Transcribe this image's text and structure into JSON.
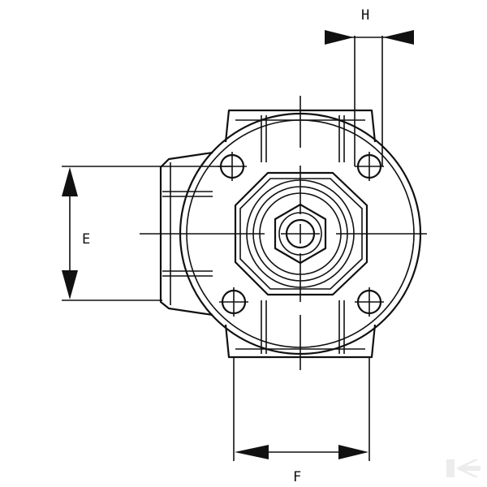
{
  "diagram": {
    "dimension_labels": {
      "height_side": "E",
      "width_bottom": "F",
      "offset_top": "H"
    },
    "logo_icon": "k-brand-logo",
    "colors": {
      "line": "#111111",
      "background": "#ffffff",
      "logo": "#ececec"
    }
  }
}
